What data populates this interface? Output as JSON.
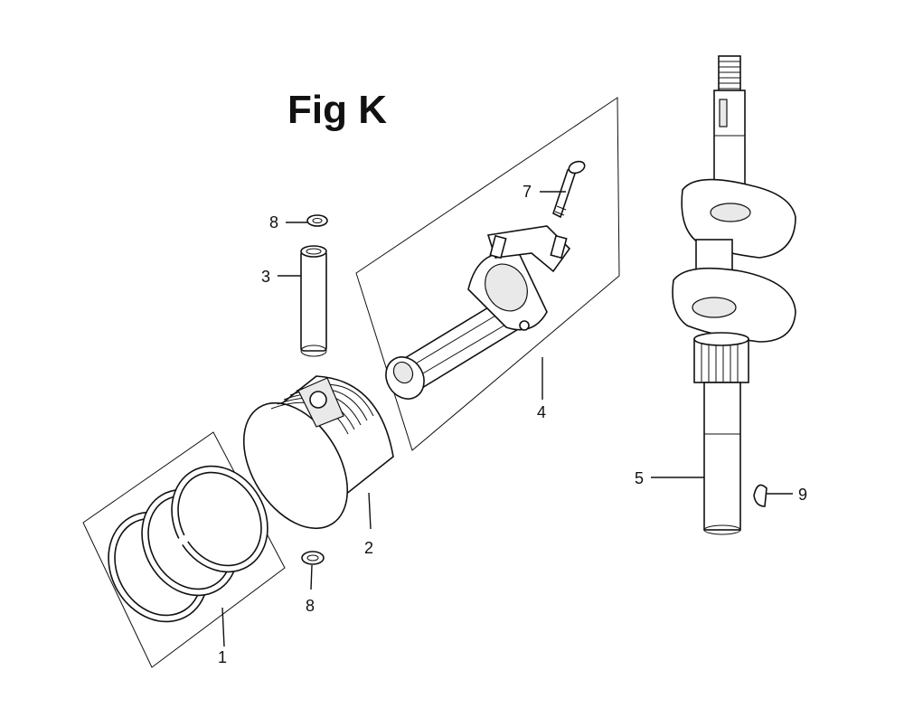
{
  "figure": {
    "title": "Fig K"
  },
  "callouts": [
    {
      "id": "1",
      "label": "1"
    },
    {
      "id": "2",
      "label": "2"
    },
    {
      "id": "3",
      "label": "3"
    },
    {
      "id": "4",
      "label": "4"
    },
    {
      "id": "5",
      "label": "5"
    },
    {
      "id": "7",
      "label": "7"
    },
    {
      "id": "8a",
      "label": "8"
    },
    {
      "id": "8b",
      "label": "8"
    },
    {
      "id": "9",
      "label": "9"
    }
  ]
}
